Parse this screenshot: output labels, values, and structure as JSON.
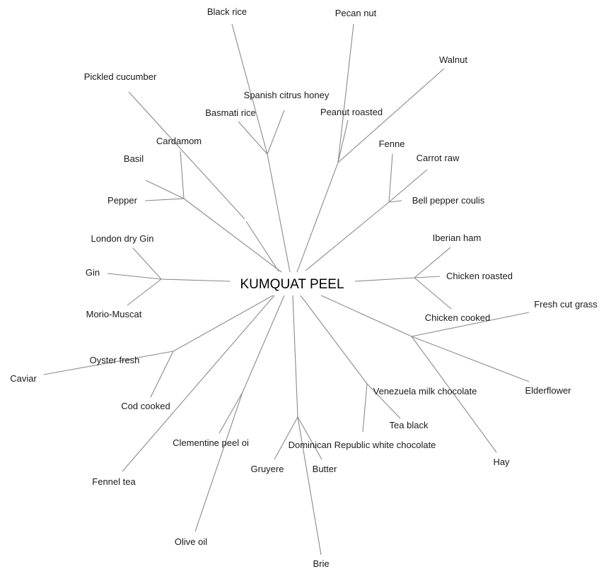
{
  "root": "KUMQUAT PEEL",
  "leaves": {
    "black_rice": "Black rice",
    "basmati_rice": "Basmati rice",
    "spanish_honey": "Spanish citrus honey",
    "pecan_nut": "Pecan nut",
    "peanut_roasted": "Peanut roasted",
    "walnut": "Walnut",
    "fenne": "Fenne",
    "carrot_raw": "Carrot raw",
    "bell_pepper": "Bell pepper coulis",
    "pickled_cucumber": "Pickled cucumber",
    "cardamom": "Cardamom",
    "basil": "Basil",
    "pepper": "Pepper",
    "london_gin": "London dry Gin",
    "gin": "Gin",
    "morio": "Morio-Muscat",
    "iberian_ham": "Iberian ham",
    "chicken_roasted": "Chicken roasted",
    "chicken_cooked": "Chicken cooked",
    "fresh_grass": "Fresh cut grass",
    "elderflower": "Elderflower",
    "hay": "Hay",
    "oyster": "Oyster fresh",
    "caviar": "Caviar",
    "cod": "Cod cooked",
    "fennel_tea": "Fennel tea",
    "clementine": "Clementine peel oi",
    "olive_oil": "Olive oil",
    "venezuela": "Venezuela milk chocolate",
    "tea_black": "Tea black",
    "dominican": "Dominican Republic white chocolate",
    "gruyere": "Gruyere",
    "butter": "Butter",
    "brie": "Brie"
  }
}
